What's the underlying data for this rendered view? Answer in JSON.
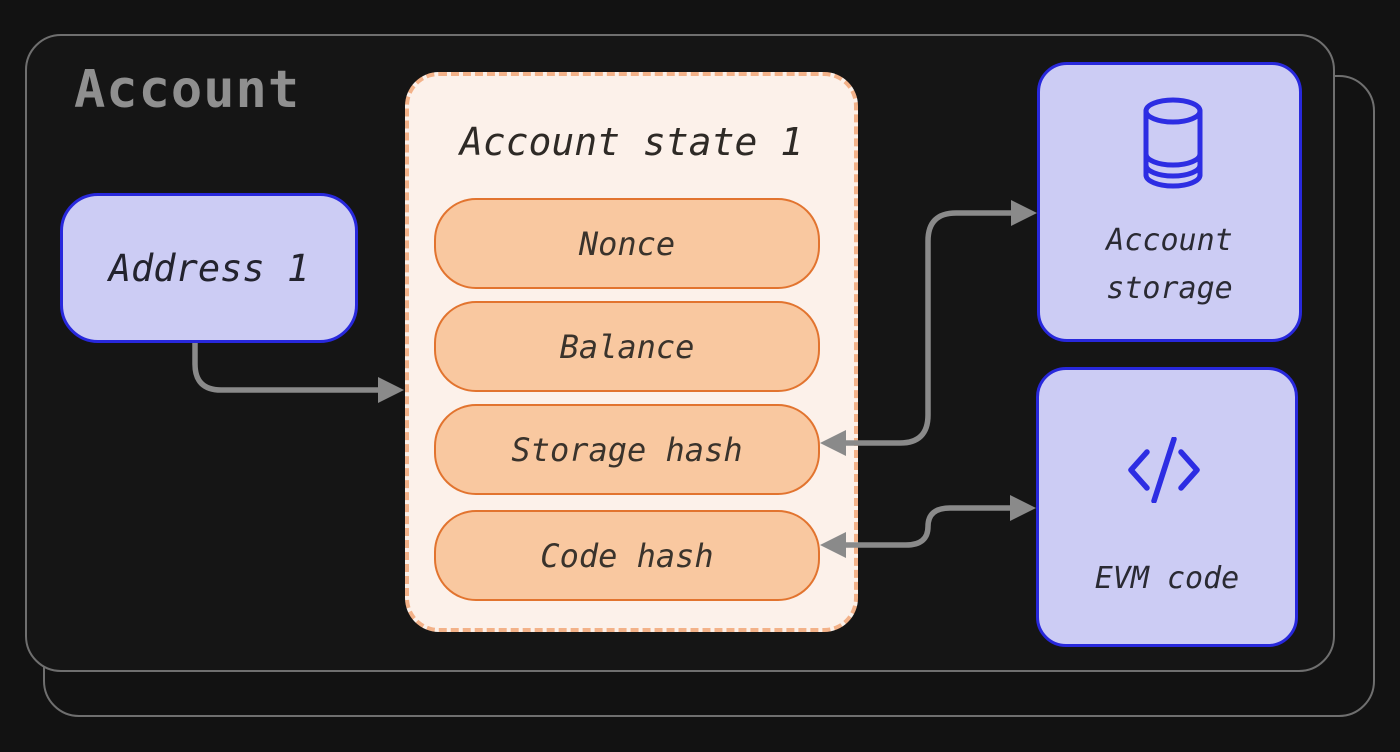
{
  "diagram": {
    "title": "Account",
    "address_box": {
      "label": "Address 1"
    },
    "state_box": {
      "title": "Account state 1",
      "fields": [
        "Nonce",
        "Balance",
        "Storage hash",
        "Code hash"
      ]
    },
    "storage_box": {
      "lines": [
        "Account",
        "storage"
      ],
      "icon": "database-icon"
    },
    "evm_box": {
      "label": "EVM code",
      "icon": "code-icon"
    },
    "connectors": [
      {
        "from": "Address 1",
        "to": "Account state 1",
        "style": "arrow-into-state"
      },
      {
        "from": "Storage hash",
        "to": "Account storage",
        "style": "double-headed"
      },
      {
        "from": "Code hash",
        "to": "EVM code",
        "style": "double-headed"
      }
    ],
    "colors": {
      "background": "#121212",
      "card_border": "#6f6f6f",
      "title_gray": "#8f8f8f",
      "lavender_fill": "#ccccf4",
      "blue_border": "#2828dc",
      "blue_icon": "#2d2de3",
      "cream_fill": "#fcf1ea",
      "dash_border": "#f3b289",
      "pill_fill": "#f9c8a0",
      "pill_border": "#e2742f",
      "arrow_gray": "#8a8a8a"
    }
  }
}
